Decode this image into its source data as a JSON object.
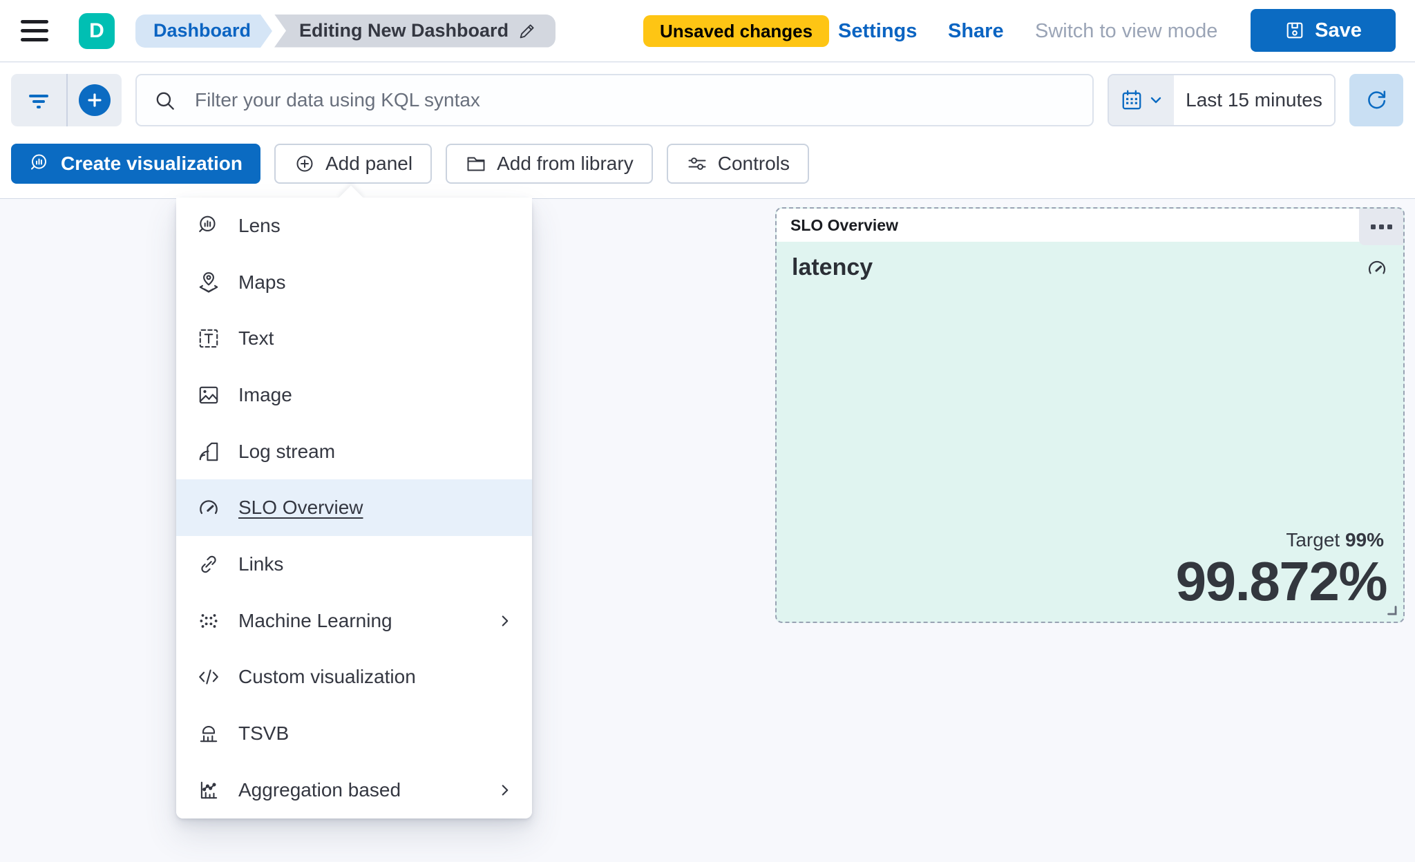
{
  "colors": {
    "primary_blue": "#0B6BC2",
    "teal_avatar": "#00BFB3",
    "warning_badge": "#FEC514",
    "panel_mint": "#E0F4F0",
    "menu_highlight": "#E7F0FA",
    "text_dark": "#343741"
  },
  "header": {
    "avatar_initial": "D",
    "breadcrumbs": [
      {
        "label": "Dashboard"
      },
      {
        "label": "Editing New Dashboard"
      }
    ],
    "unsaved_badge": "Unsaved changes",
    "settings_label": "Settings",
    "share_label": "Share",
    "switch_view_label": "Switch to view mode",
    "save_label": "Save"
  },
  "query_bar": {
    "kql_placeholder": "Filter your data using KQL syntax",
    "time_range": "Last 15 minutes"
  },
  "toolbar": {
    "create_visualization_label": "Create visualization",
    "add_panel_label": "Add panel",
    "add_from_library_label": "Add from library",
    "controls_label": "Controls"
  },
  "add_panel_menu": {
    "items": [
      {
        "label": "Lens",
        "icon": "lens-icon"
      },
      {
        "label": "Maps",
        "icon": "maps-icon"
      },
      {
        "label": "Text",
        "icon": "text-icon"
      },
      {
        "label": "Image",
        "icon": "image-icon"
      },
      {
        "label": "Log stream",
        "icon": "log-stream-icon"
      },
      {
        "label": "SLO Overview",
        "icon": "gauge-icon",
        "highlighted": true
      },
      {
        "label": "Links",
        "icon": "link-icon"
      },
      {
        "label": "Machine Learning",
        "icon": "machine-learning-icon",
        "has_submenu": true
      },
      {
        "label": "Custom visualization",
        "icon": "code-icon"
      },
      {
        "label": "TSVB",
        "icon": "tsvb-icon"
      },
      {
        "label": "Aggregation based",
        "icon": "aggregation-based-icon",
        "has_submenu": true
      }
    ]
  },
  "slo_panel": {
    "title": "SLO Overview",
    "metric_name": "latency",
    "target_label": "Target",
    "target_value": "99%",
    "current_value": "99.872%"
  }
}
